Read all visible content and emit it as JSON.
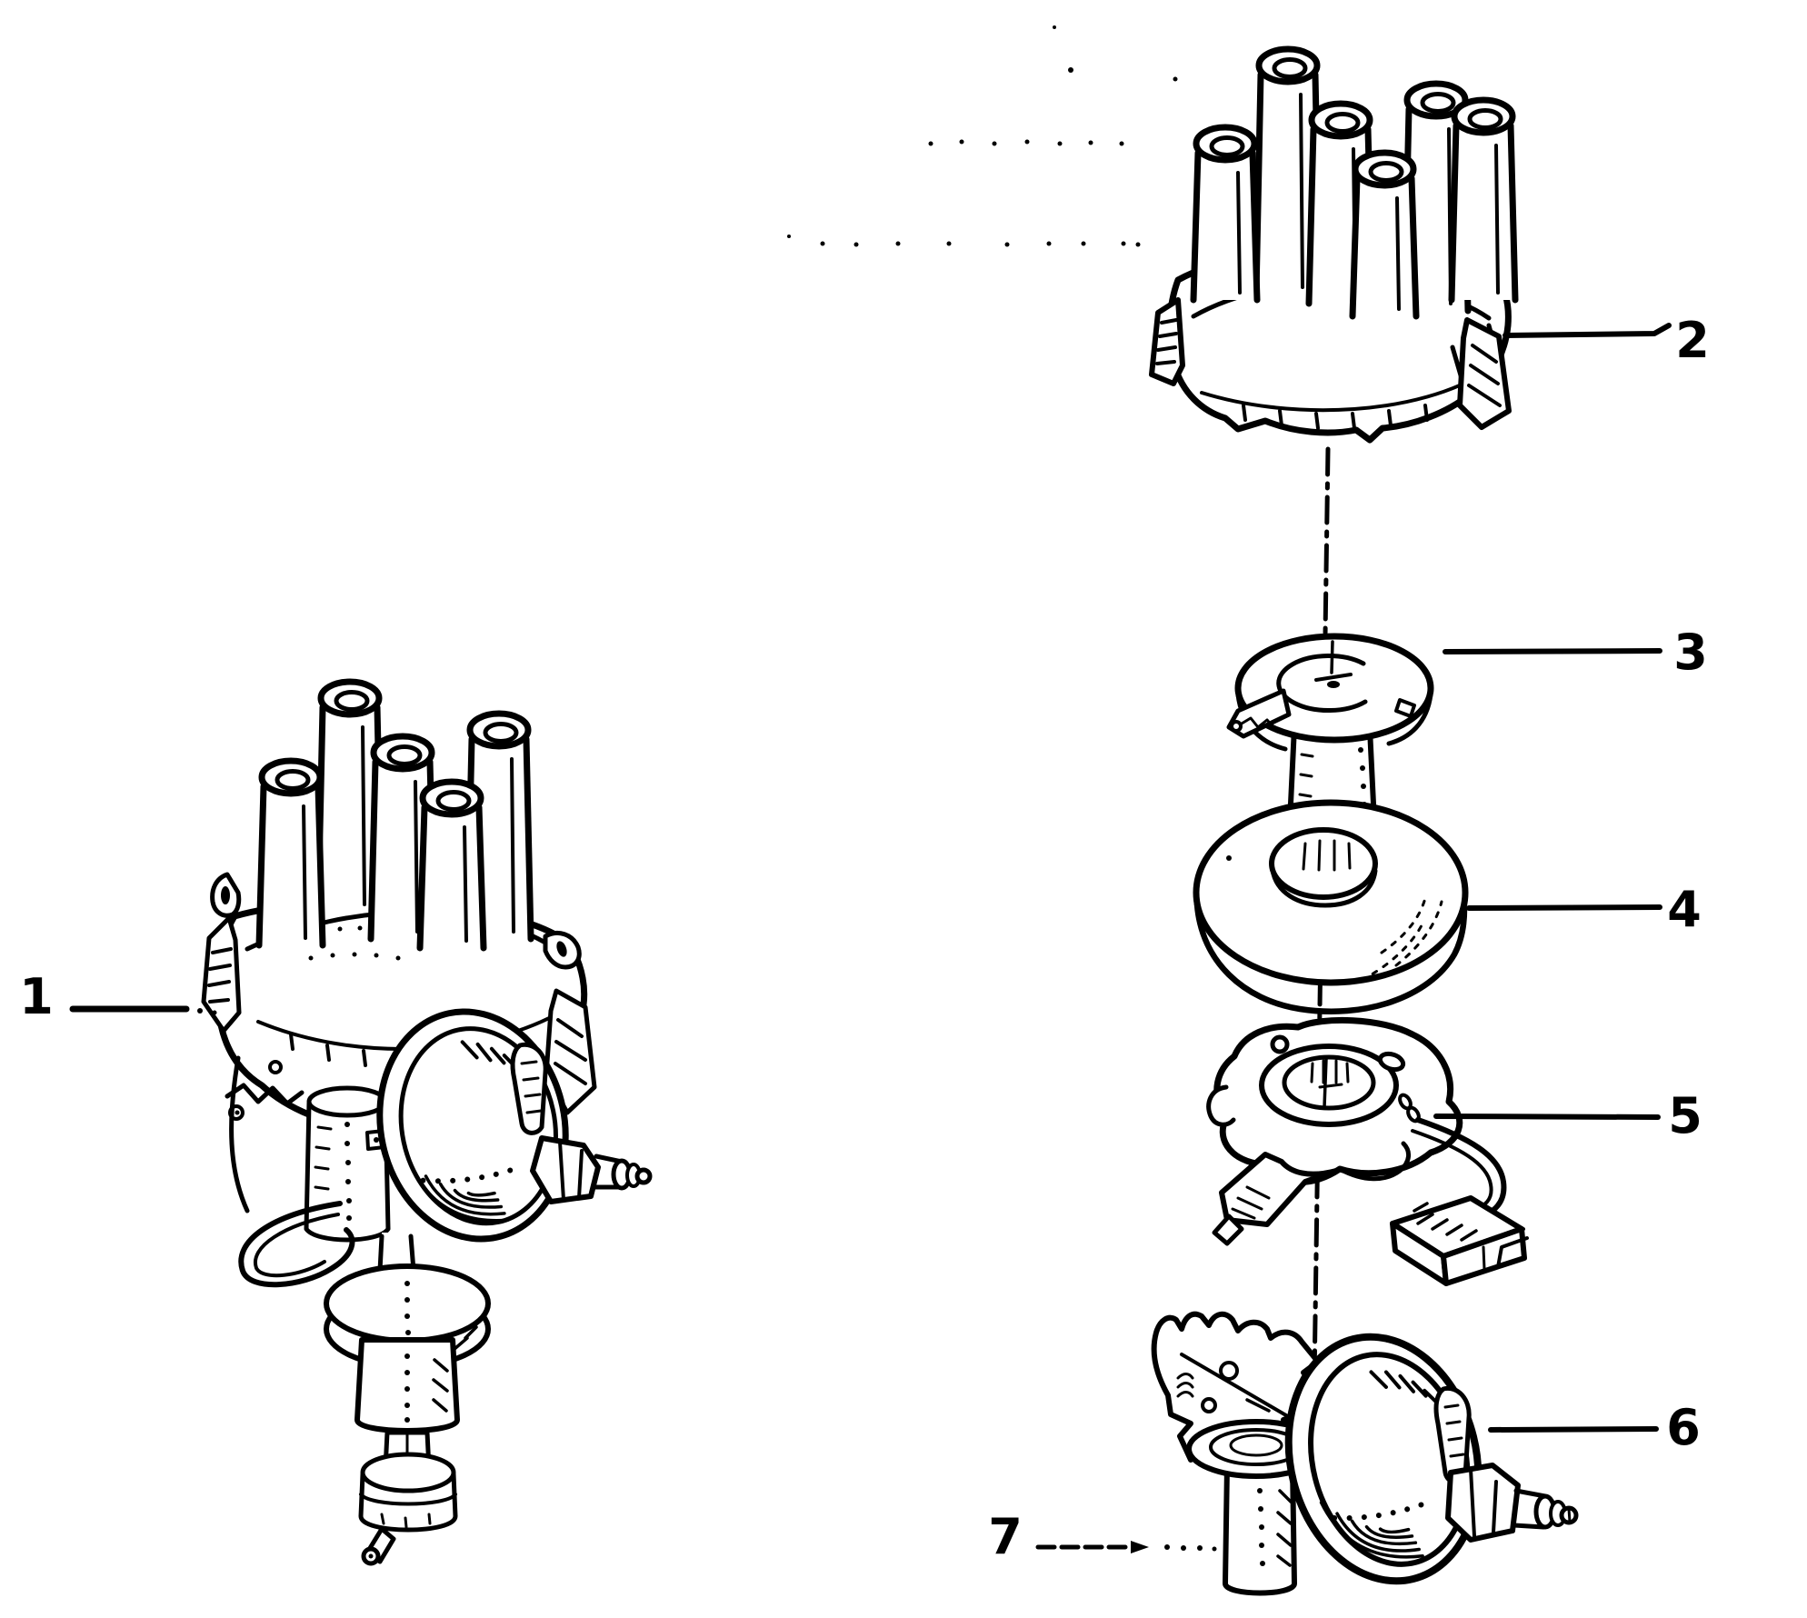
{
  "diagram": {
    "paper_color": "#ffffff",
    "ink_color": "#000000",
    "callouts": [
      {
        "label": "1"
      },
      {
        "label": "2"
      },
      {
        "label": "3"
      },
      {
        "label": "4"
      },
      {
        "label": "5"
      },
      {
        "label": "6"
      },
      {
        "label": "7"
      }
    ]
  }
}
